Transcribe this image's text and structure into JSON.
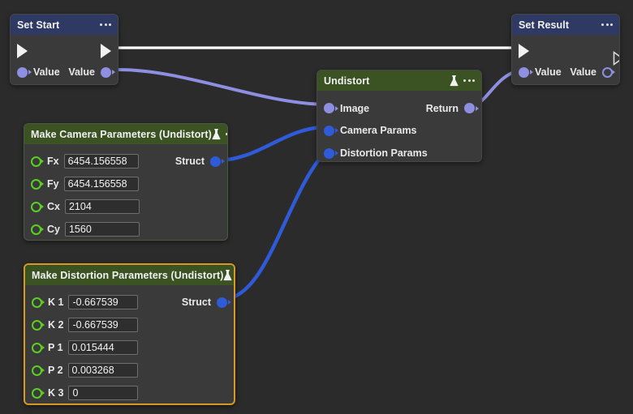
{
  "canvas": {
    "background": "#2b2b2b",
    "wire_exec_color": "#ffffff",
    "wire_data_color": "#8e8fe0",
    "wire_struct_color": "#2f5ad8"
  },
  "nodes": {
    "set_start": {
      "title": "Set Start",
      "header_color": "#2e3a63",
      "menu_icon": "ellipsis-icon",
      "exec_in": "exec-in-triangle",
      "exec_out": "exec-out-triangle",
      "input_label": "Value",
      "output_label": "Value"
    },
    "set_result": {
      "title": "Set Result",
      "header_color": "#2e3a63",
      "menu_icon": "ellipsis-icon",
      "exec_in": "exec-in-triangle",
      "exec_out": "exec-out-triangle-outline",
      "input_label": "Value",
      "output_label": "Value"
    },
    "undistort": {
      "title": "Undistort",
      "header_color": "#3b5323",
      "flask_icon": "flask-icon",
      "menu_icon": "ellipsis-icon",
      "inputs": [
        {
          "label": "Image",
          "port": "port-periwinkle"
        },
        {
          "label": "Camera Params",
          "port": "port-blue"
        },
        {
          "label": "Distortion Params",
          "port": "port-blue"
        }
      ],
      "outputs": [
        {
          "label": "Return",
          "port": "port-periwinkle"
        }
      ]
    },
    "make_camera_parameters": {
      "title": "Make Camera Parameters (Undistort)",
      "header_color": "#3b5323",
      "flask_icon": "flask-icon",
      "menu_icon": "ellipsis-icon",
      "border_color": "#4d5a43",
      "fields": [
        {
          "label": "Fx",
          "value": "6454.156558"
        },
        {
          "label": "Fy",
          "value": "6454.156558"
        },
        {
          "label": "Cx",
          "value": "2104"
        },
        {
          "label": "Cy",
          "value": "1560"
        }
      ],
      "output_label": "Struct"
    },
    "make_distortion_parameters": {
      "title": "Make Distortion Parameters (Undistort)",
      "header_color": "#3b5323",
      "flask_icon": "flask-icon",
      "menu_icon": "ellipsis-icon",
      "border_color": "#d79922",
      "selected": true,
      "fields": [
        {
          "label": "K 1",
          "value": "-0.667539"
        },
        {
          "label": "K 2",
          "value": "-0.667539"
        },
        {
          "label": "P 1",
          "value": "0.015444"
        },
        {
          "label": "P 2",
          "value": "0.003268"
        },
        {
          "label": "K 3",
          "value": "0"
        }
      ],
      "output_label": "Struct"
    }
  }
}
